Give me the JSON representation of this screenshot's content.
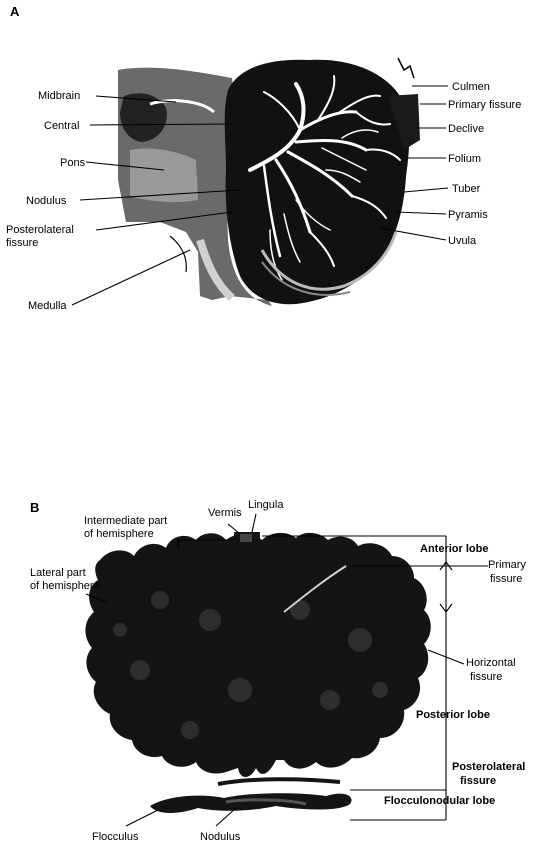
{
  "panel_a": {
    "letter": "A",
    "labels": {
      "midbrain": "Midbrain",
      "central": "Central",
      "pons": "Pons",
      "nodulus": "Nodulus",
      "posterolateral_1": "Posterolateral",
      "posterolateral_2": "fissure",
      "medulla": "Medulla",
      "culmen": "Culmen",
      "primary_fissure": "Primary fissure",
      "declive": "Declive",
      "folium": "Folium",
      "tuber": "Tuber",
      "pyramis": "Pyramis",
      "uvula": "Uvula"
    }
  },
  "panel_b": {
    "letter": "B",
    "labels": {
      "intermediate_1": "Intermediate part",
      "intermediate_2": "of hemisphere",
      "vermis": "Vermis",
      "lingula": "Lingula",
      "lateral_1": "Lateral part",
      "lateral_2": "of hemisphere",
      "anterior_lobe": "Anterior lobe",
      "primary_1": "Primary",
      "primary_2": "fissure",
      "horizontal_1": "Horizontal",
      "horizontal_2": "fissure",
      "posterior_lobe": "Posterior lobe",
      "posterolateral_1": "Posterolateral",
      "posterolateral_2": "fissure",
      "flocculonodular_lobe": "Flocculonodular lobe",
      "flocculus": "Flocculus",
      "nodulus": "Nodulus"
    }
  }
}
